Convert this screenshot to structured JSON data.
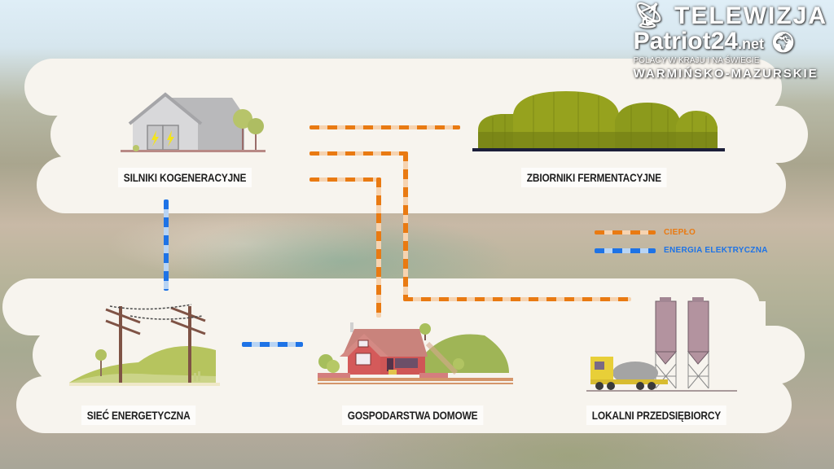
{
  "watermark": {
    "line1": "TELEWIZJA",
    "line2_main": "Patriot24",
    "line2_suffix": ".net",
    "line3": "POLACY W KRAJU I NA ŚWIECIE",
    "line4": "WARMIŃSKO-MAZURSKIE",
    "icons": [
      "satellite-dish-icon",
      "world-map-icon"
    ]
  },
  "nodes": [
    {
      "id": "cogeneration",
      "label": "SILNIKI KOGENERACYJNE",
      "icon": "power-house-icon"
    },
    {
      "id": "fermentation",
      "label": "ZBIORNIKI FERMENTACYJNE",
      "icon": "fermentation-tanks-icon"
    },
    {
      "id": "grid",
      "label": "SIEĆ ENERGETYCZNA",
      "icon": "power-lines-icon"
    },
    {
      "id": "households",
      "label": "GOSPODARSTWA DOMOWE",
      "icon": "house-icon"
    },
    {
      "id": "businesses",
      "label": "LOKALNI PRZEDSIĘBIORCY",
      "icon": "concrete-plant-icon"
    }
  ],
  "legend": {
    "heat": {
      "label": "CIEPŁO",
      "color": "#e97a12"
    },
    "electricity": {
      "label": "ENERGIA ELEKTRYCZNA",
      "color": "#1e73e6"
    }
  },
  "connections": [
    {
      "from": "cogeneration",
      "to": "fermentation",
      "type": "heat"
    },
    {
      "from": "cogeneration",
      "to": "households",
      "type": "heat"
    },
    {
      "from": "cogeneration",
      "to": "businesses",
      "type": "heat"
    },
    {
      "from": "cogeneration",
      "to": "grid",
      "type": "electricity"
    },
    {
      "from": "grid",
      "to": "households",
      "type": "electricity"
    }
  ]
}
